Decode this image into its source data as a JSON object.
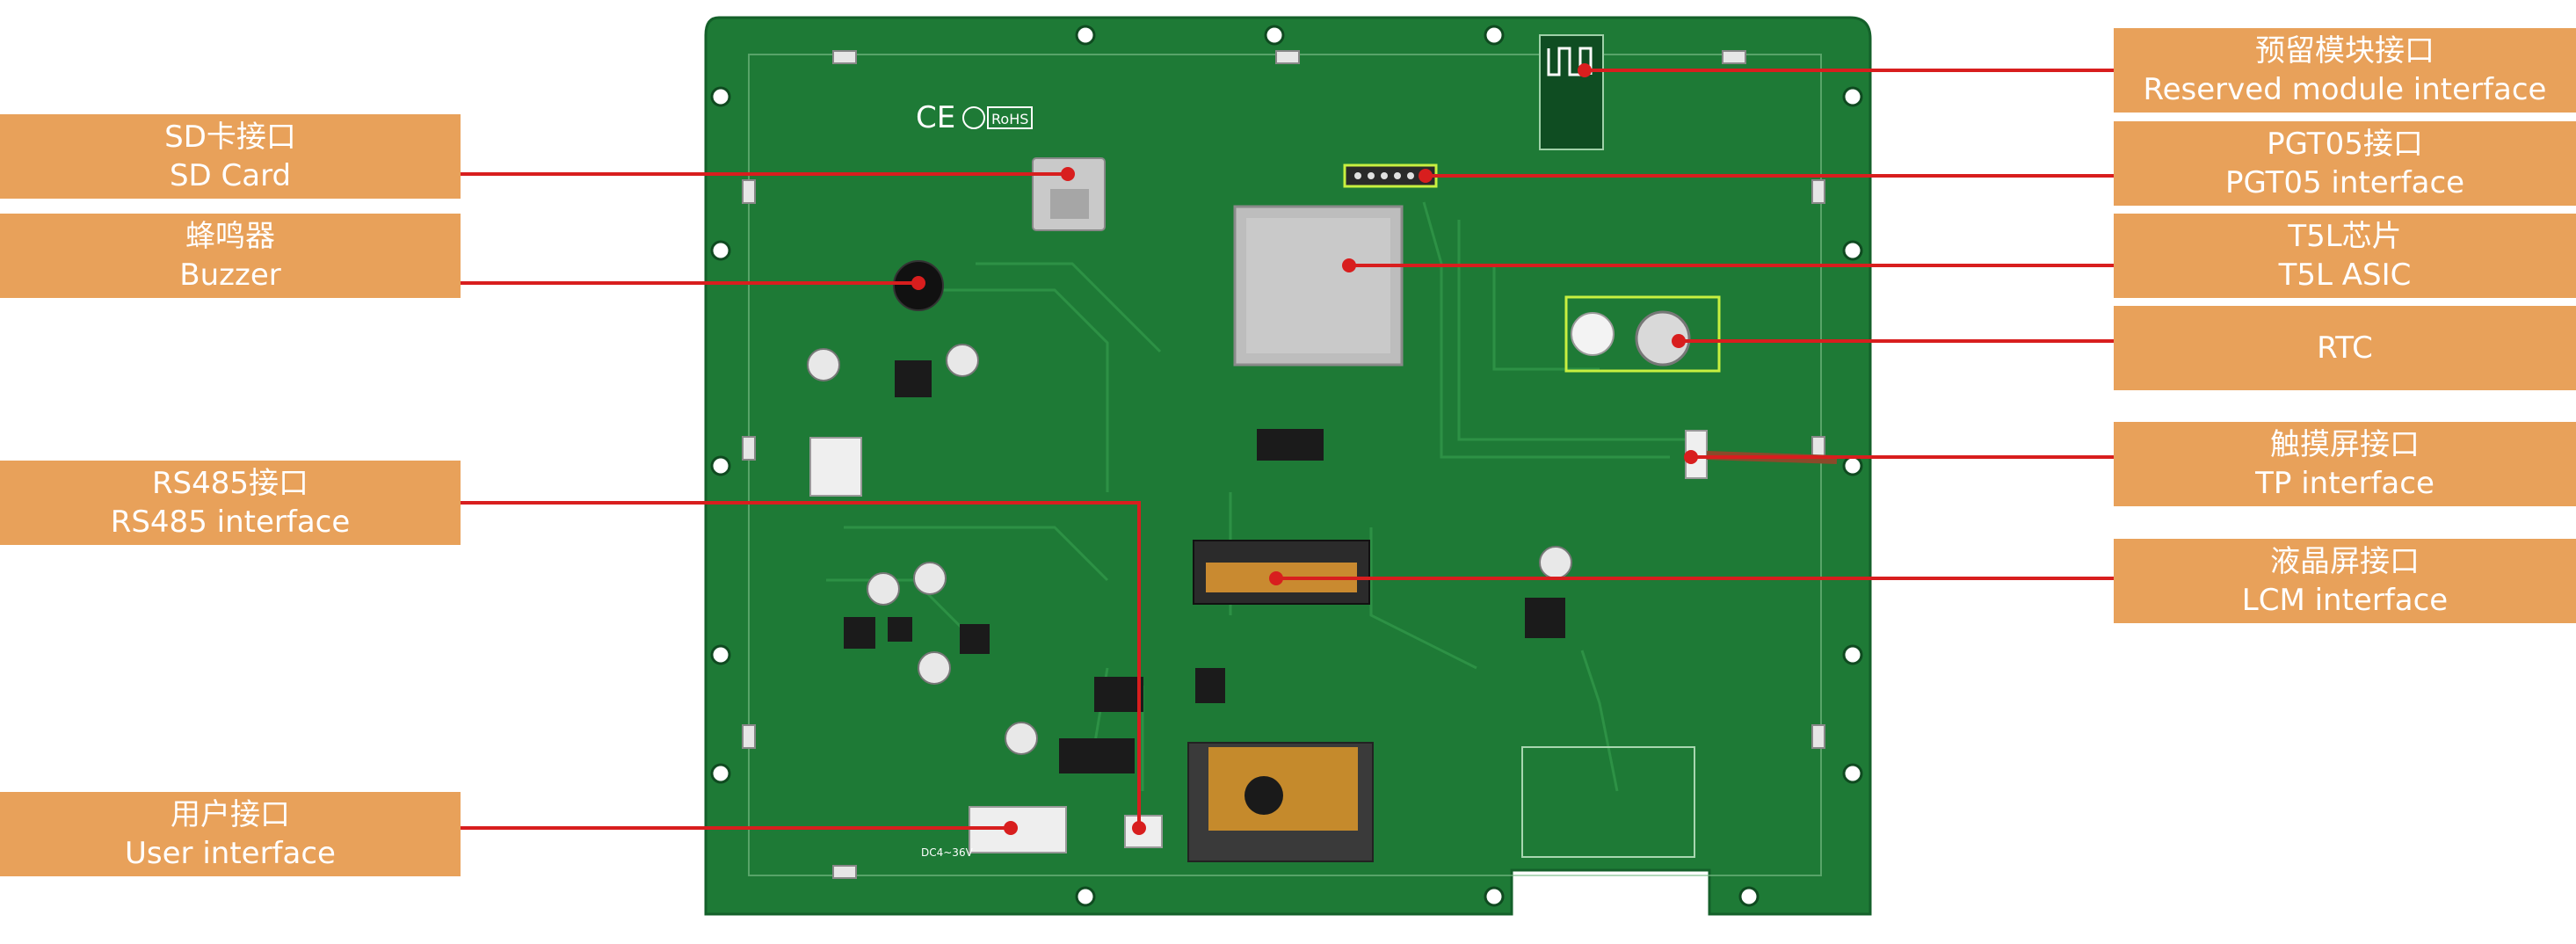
{
  "board": {
    "pcb_color": "#1e7a36",
    "board_silk": "CE",
    "board_silk_2": "RoHS",
    "input_silk": "DC4~36V"
  },
  "colors": {
    "callout_bg": "#e8a15a",
    "leader_line": "#d81e1e",
    "highlight": "#c8f040"
  },
  "callouts": [
    {
      "id": "sd-card",
      "side": "left",
      "zh": "SD卡接口",
      "en": "SD Card"
    },
    {
      "id": "buzzer",
      "side": "left",
      "zh": "蜂鸣器",
      "en": "Buzzer"
    },
    {
      "id": "rs485",
      "side": "left",
      "zh": "RS485接口",
      "en": "RS485 interface"
    },
    {
      "id": "user-interface",
      "side": "left",
      "zh": "用户接口",
      "en": "User interface"
    },
    {
      "id": "reserved-module",
      "side": "right",
      "zh": "预留模块接口",
      "en": "Reserved module interface"
    },
    {
      "id": "pgt05",
      "side": "right",
      "zh": "PGT05接口",
      "en": "PGT05 interface"
    },
    {
      "id": "t5l-asic",
      "side": "right",
      "zh": "T5L芯片",
      "en": "T5L ASIC"
    },
    {
      "id": "rtc",
      "side": "right",
      "zh": "",
      "en": "RTC"
    },
    {
      "id": "tp-interface",
      "side": "right",
      "zh": "触摸屏接口",
      "en": "TP interface"
    },
    {
      "id": "lcm-interface",
      "side": "right",
      "zh": "液晶屏接口",
      "en": "LCM interface"
    }
  ]
}
